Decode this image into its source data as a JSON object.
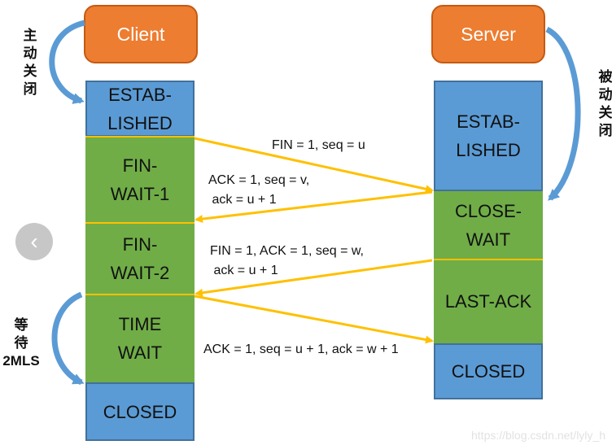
{
  "client": {
    "title": "Client",
    "states": [
      "ESTAB-\nLISHED",
      "FIN-\nWAIT-1",
      "FIN-\nWAIT-2",
      "TIME\nWAIT",
      "CLOSED"
    ],
    "side_label": "主\n动\n关\n闭",
    "wait_label": "等\n待\n2MLS"
  },
  "server": {
    "title": "Server",
    "states": [
      "ESTAB-\nLISHED",
      "CLOSE-\nWAIT",
      "LAST-ACK",
      "CLOSED"
    ],
    "side_label": "被\n动\n关\n闭"
  },
  "messages": [
    {
      "text": "FIN = 1, seq = u",
      "direction": "client-to-server"
    },
    {
      "text": "ACK = 1, seq = v,\n ack = u + 1",
      "direction": "server-to-client"
    },
    {
      "text": "FIN = 1, ACK = 1, seq = w,\n ack = u + 1",
      "direction": "server-to-client"
    },
    {
      "text": "ACK = 1, seq = u + 1, ack = w + 1",
      "direction": "client-to-server"
    }
  ],
  "colors": {
    "title_fill": "#ed7d31",
    "state_blue": "#5b9bd5",
    "state_green": "#70ad47",
    "arrow": "#ffc000",
    "curved_arrow": "#5b9bd5"
  },
  "nav": {
    "icon": "chevron-left-icon"
  },
  "watermark": "https://blog.csdn.net/lyly_h"
}
